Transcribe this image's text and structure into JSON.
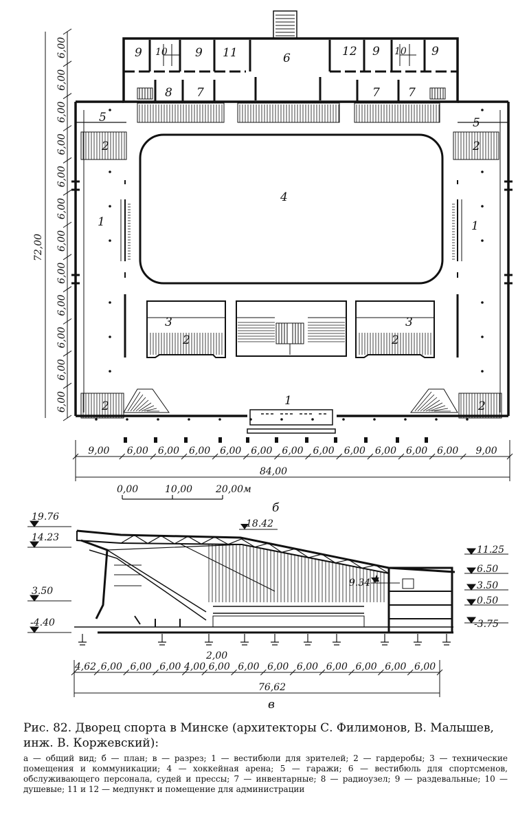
{
  "plan": {
    "total_height_dim": "72,00",
    "row_dims": [
      "6,00",
      "6,00",
      "6,00",
      "6,00",
      "6,00",
      "6,00",
      "6,00",
      "6,00",
      "6,00",
      "6,00",
      "6,00",
      "6,00"
    ],
    "bay_dims": [
      "9,00",
      "6,00",
      "6,00",
      "6,00",
      "6,00",
      "6,00",
      "6,00",
      "6,00",
      "6,00",
      "6,00",
      "6,00",
      "6,00",
      "9,00"
    ],
    "total_width_dim": "84,00",
    "scale_labels": [
      "0,00",
      "10,00",
      "20,00м"
    ],
    "sheet_letter": "б",
    "room_labels": {
      "r9": "9",
      "r10": "10",
      "r11": "11",
      "r12": "12",
      "r8": "8",
      "r7": "7",
      "r6": "6",
      "r5": "5",
      "r2": "2",
      "r4": "4",
      "r1": "1",
      "r3": "3"
    }
  },
  "section": {
    "levels_left": [
      "19.76",
      "14.23",
      "3.50",
      "-4.40"
    ],
    "levels_right": [
      "11.25",
      "6.50",
      "3.50",
      "0.50",
      "-3.75"
    ],
    "roof_level": "18.42",
    "mid_level": "9.34",
    "span_dims": [
      "4,62",
      "6,00",
      "6,00",
      "6,00",
      "4,00",
      "6,00",
      "6,00",
      "6,00",
      "6,00",
      "6,00",
      "6,00",
      "6,00",
      "6,00"
    ],
    "gap_dim": "2,00",
    "total_dim": "76,62",
    "sheet_letter": "в"
  },
  "caption": {
    "title": "Рис. 82. Дворец спорта в Минске (архитекторы С. Филимонов, В. Малышев, инж. В. Коржевский):",
    "legend": "а — общий вид; б — план; в — разрез; 1 — вестибюли для зрителей; 2 — гардеробы; 3 — технические помещения и коммуникации; 4 — хоккейная арена; 5 — гаражи; 6 — вестибюль для спортсменов, обслуживающего персонала, судей и прессы; 7 — инвентарные; 8 — радиоузел; 9 — раздевальные; 10 — душевые; 11 и 12 — медпункт и помещение для администрации"
  }
}
